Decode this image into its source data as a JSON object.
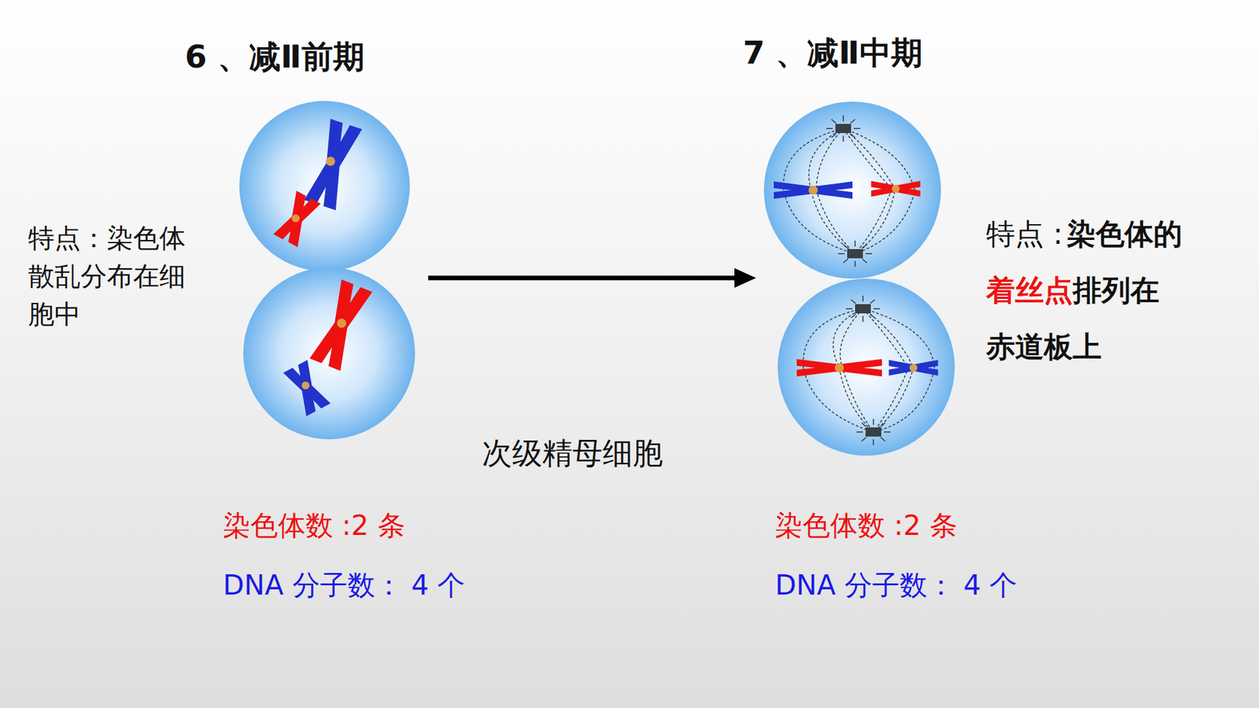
{
  "diagram": {
    "labels": [
      "6 、减Ⅱ前期",
      "7 、减Ⅱ中期",
      "特点：染色体散乱分布在细胞中",
      "特点 :",
      "染色体的",
      "着丝点",
      "排列在",
      "赤道板上",
      "次级精母细胞",
      "染色体数 :2 条",
      "DNA 分子数： 4 个",
      "染色体数 :2 条",
      "DNA 分子数： 4 个"
    ]
  }
}
